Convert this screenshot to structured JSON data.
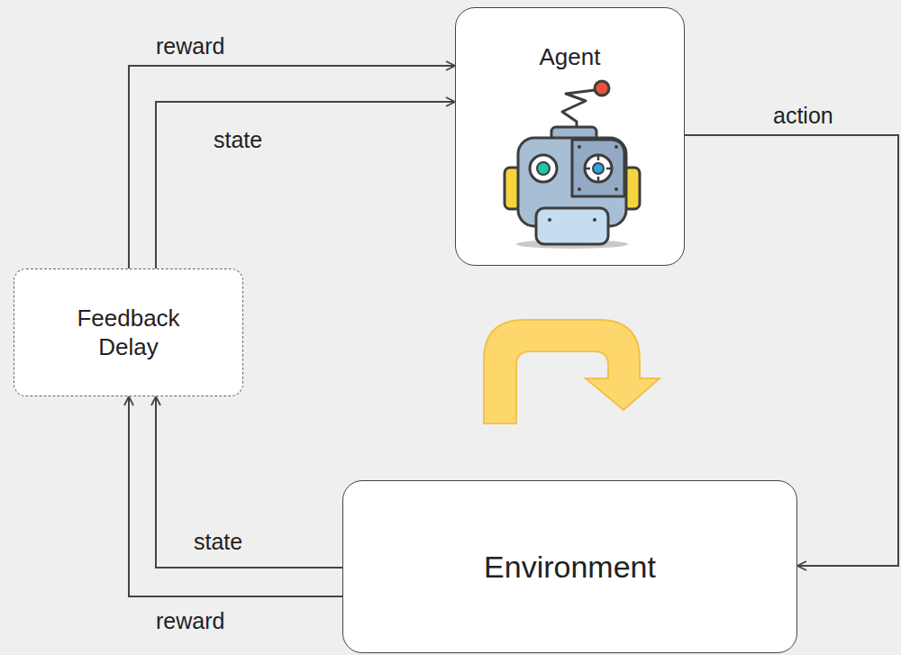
{
  "diagram": {
    "nodes": [
      {
        "text": [
          "Agent"
        ]
      },
      {
        "text": [
          "Feedback Delay"
        ]
      },
      {
        "text": [
          "Environment"
        ]
      }
    ],
    "edges": [
      {
        "from": 0,
        "to": 2,
        "label": "action",
        "arrow": "to"
      },
      {
        "from": 2,
        "to": 1,
        "label": "state",
        "arrow": "to"
      },
      {
        "from": 2,
        "to": 1,
        "label": "reward",
        "arrow": "to"
      },
      {
        "from": 1,
        "to": 0,
        "label": "reward",
        "arrow": "to"
      },
      {
        "from": 1,
        "to": 0,
        "label": "state",
        "arrow": "to"
      }
    ]
  }
}
